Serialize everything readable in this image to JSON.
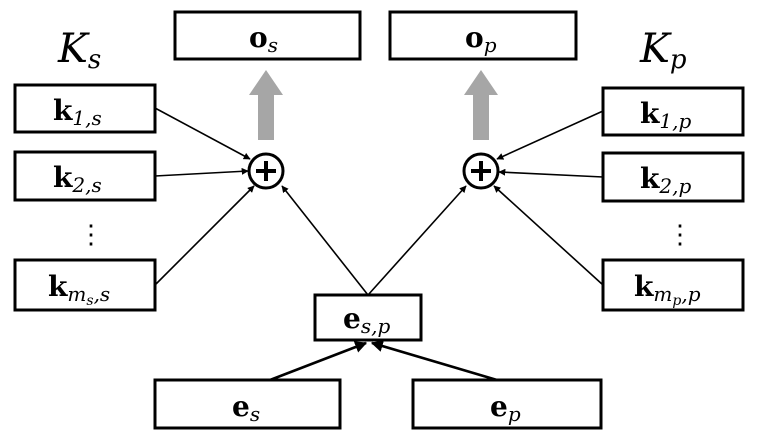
{
  "sets": {
    "left_label_main": "K",
    "left_label_sub": "s",
    "right_label_main": "K",
    "right_label_sub": "p"
  },
  "outputs": {
    "left_main": "o",
    "left_sub": "s",
    "right_main": "o",
    "right_sub": "p"
  },
  "left_keys": [
    {
      "main": "k",
      "sub": "1,s"
    },
    {
      "main": "k",
      "sub": "2,s"
    },
    {
      "main": "k",
      "sub": "m",
      "subsub": "s",
      "tail": ",s"
    }
  ],
  "right_keys": [
    {
      "main": "k",
      "sub": "1,p"
    },
    {
      "main": "k",
      "sub": "2,p"
    },
    {
      "main": "k",
      "sub": "m",
      "subsub": "p",
      "tail": ",p"
    }
  ],
  "joint": {
    "main": "e",
    "sub": "s,p"
  },
  "inputs": {
    "left_main": "e",
    "left_sub": "s",
    "right_main": "e",
    "right_sub": "p"
  },
  "ellipsis": "⋮",
  "colors": {
    "stroke": "#000000",
    "up_arrow": "#a6a6a6",
    "background": "#ffffff"
  }
}
